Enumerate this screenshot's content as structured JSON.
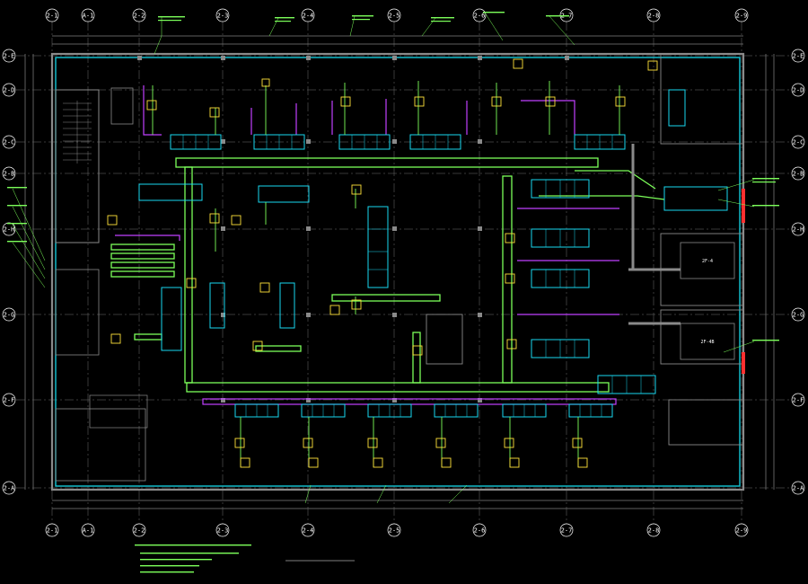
{
  "drawing": {
    "title": "",
    "scale_note": "",
    "notes": []
  },
  "grid": {
    "x_axes": [
      {
        "label": "2-1"
      },
      {
        "label": "A-1"
      },
      {
        "label": "2-2"
      },
      {
        "label": "2-3"
      },
      {
        "label": "2-4"
      },
      {
        "label": "2-5"
      },
      {
        "label": "2-6"
      },
      {
        "label": "2-7"
      },
      {
        "label": "2-8"
      },
      {
        "label": "2-9"
      }
    ],
    "y_axes": [
      {
        "label": "2-E"
      },
      {
        "label": "2-D"
      },
      {
        "label": "2-C"
      },
      {
        "label": "2-B"
      },
      {
        "label": "2-H"
      },
      {
        "label": "2-G"
      },
      {
        "label": "2-F"
      },
      {
        "label": "2-A"
      }
    ]
  },
  "equipment": [
    {
      "tag": "2F-4"
    },
    {
      "tag": "2F-4B"
    }
  ],
  "colors": {
    "background": "#000000",
    "wall": "#8a8a8a",
    "outer_wall": "#14c8d8",
    "supply_duct": "#7cff5a",
    "return_duct": "#c040ff",
    "equipment": "#18d8f0",
    "diffuser": "#ffe23a",
    "dimension": "#ffffff",
    "fire_damper": "#ff3030"
  }
}
